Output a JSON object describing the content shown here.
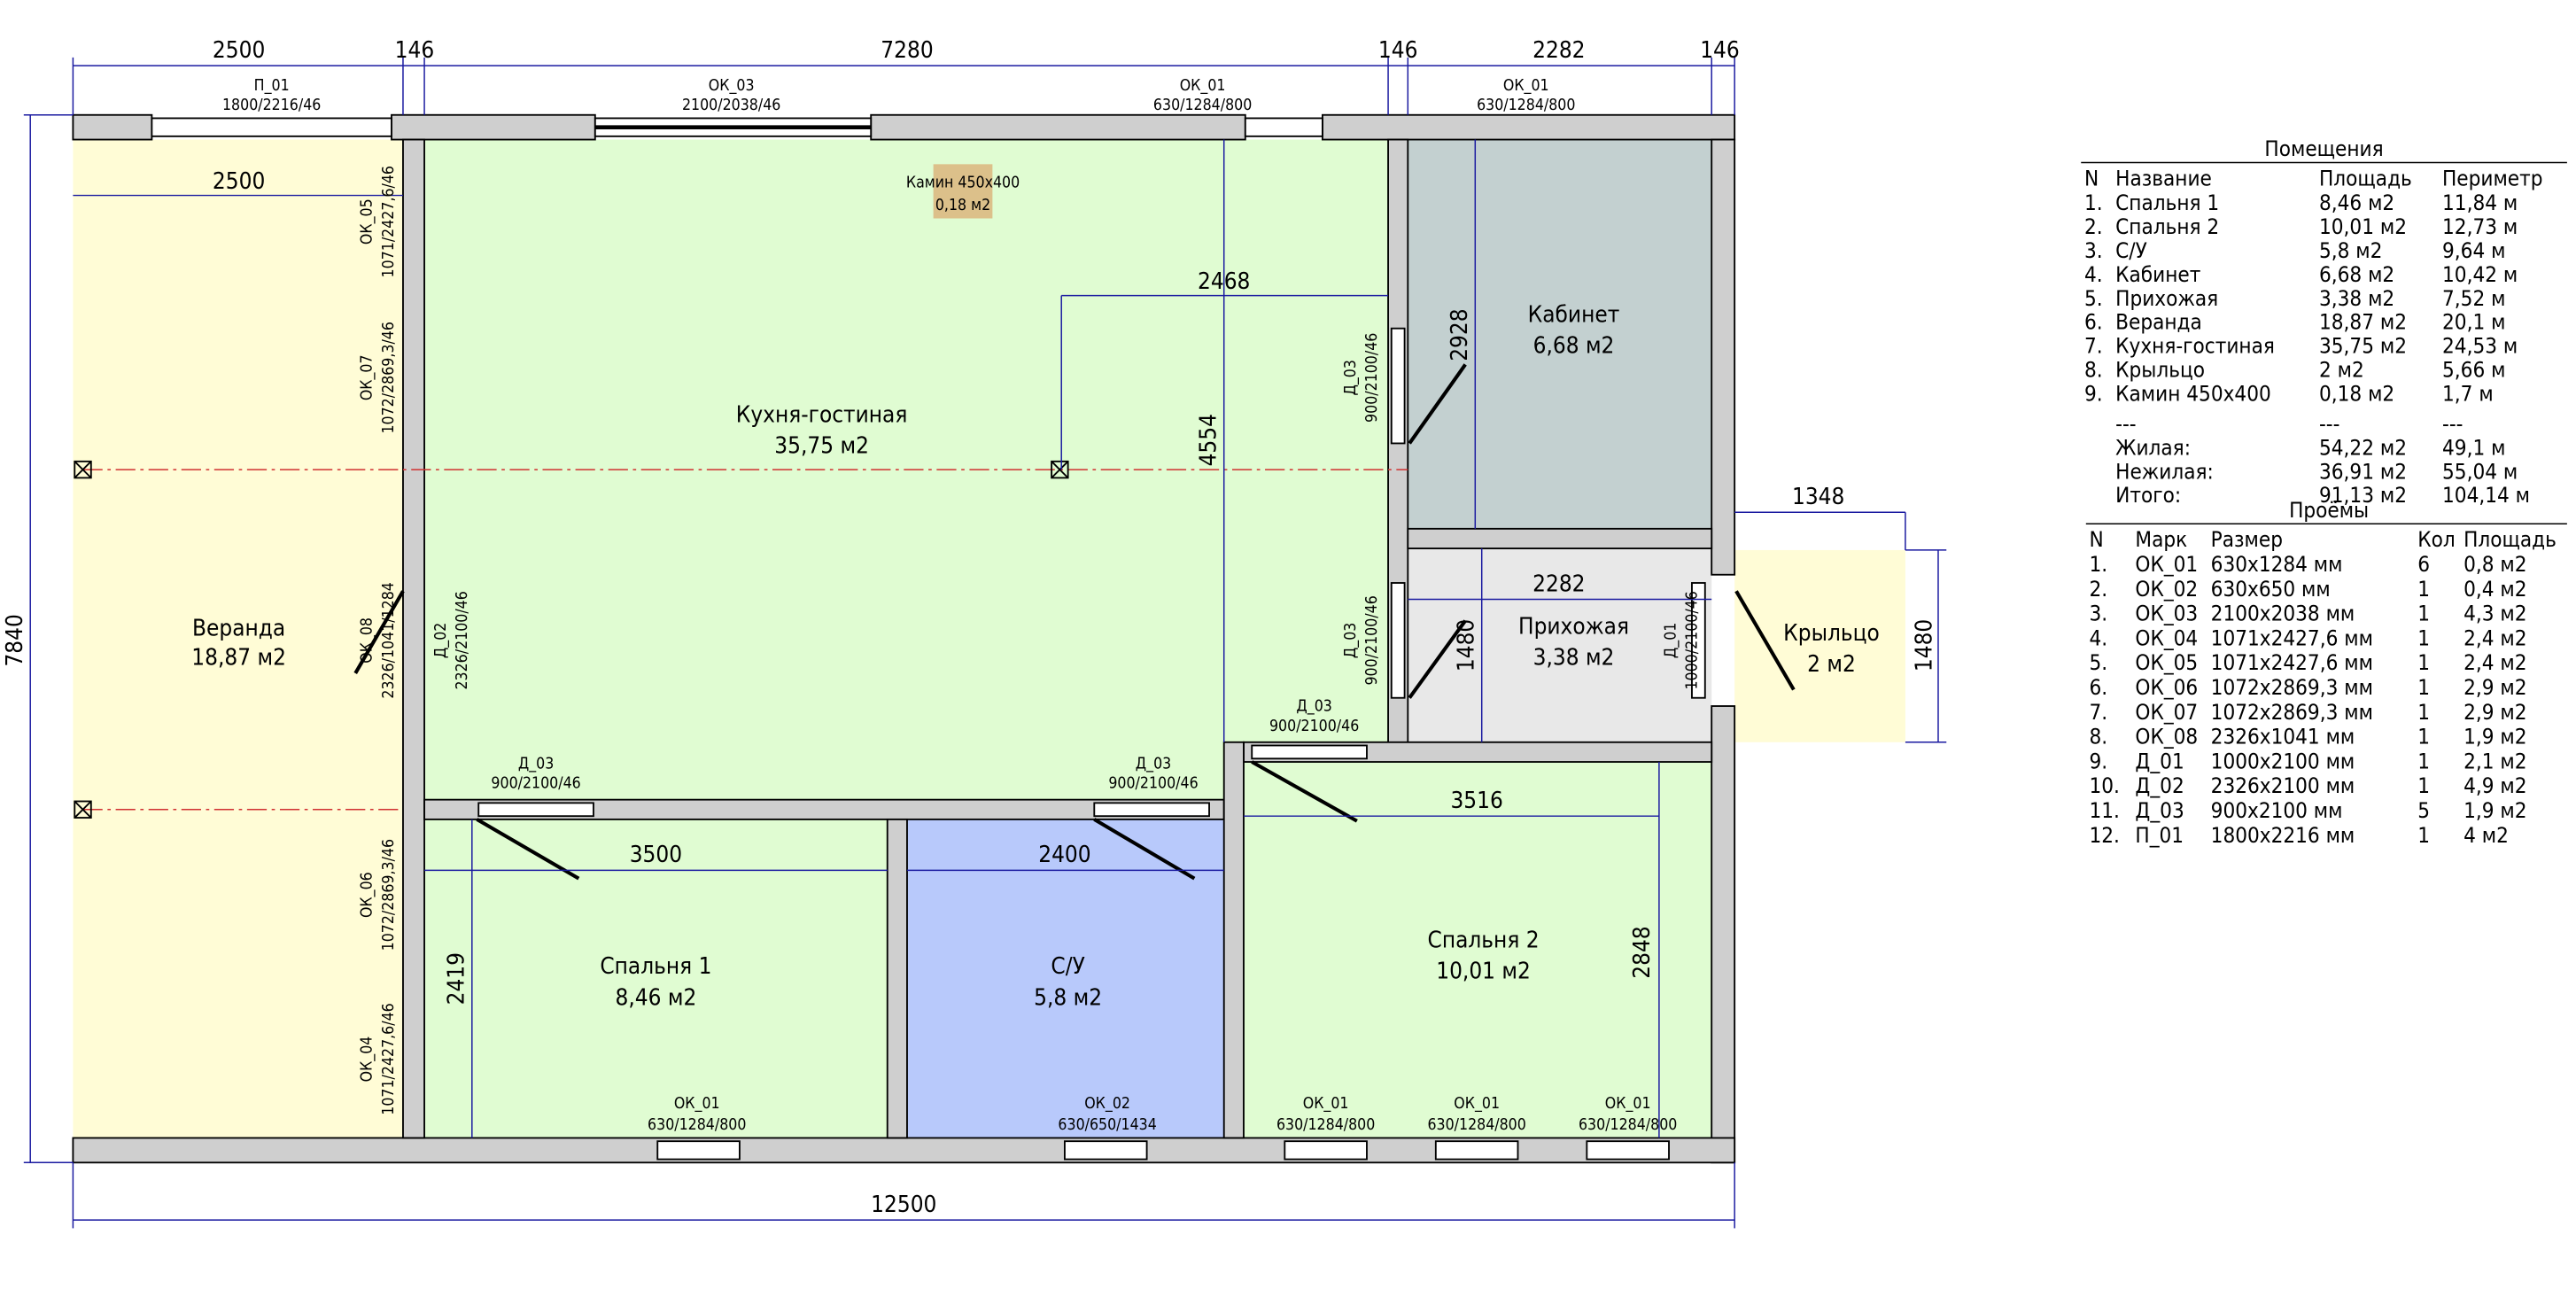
{
  "dimensions": {
    "top": [
      "2500",
      "146",
      "7280",
      "146",
      "2282",
      "146"
    ],
    "veranda_width": "2500",
    "kitchen_inner": "2468",
    "kitchen_height": "4554",
    "cabinet_height": "2928",
    "hall_width": "2282",
    "hall_height": "1480",
    "porch_width": "1348",
    "porch_height": "1480",
    "bedroom1_width": "3500",
    "bedroom1_height": "2419",
    "bath_width": "2400",
    "bedroom2_width": "3516",
    "bedroom2_height": "2848",
    "total_height": "7840",
    "total_width": "12500"
  },
  "openings": {
    "p01": {
      "mark": "П_01",
      "spec": "1800/2216/46"
    },
    "ok03": {
      "mark": "ОК_03",
      "spec": "2100/2038/46"
    },
    "ok01_top1": {
      "mark": "ОК_01",
      "spec": "630/1284/800"
    },
    "ok01_top2": {
      "mark": "ОК_01",
      "spec": "630/1284/800"
    },
    "ok05": {
      "mark": "ОК_05",
      "spec": "1071/2427,6/46"
    },
    "ok07": {
      "mark": "ОК_07",
      "spec": "1072/2869,3/46"
    },
    "ok08": {
      "mark": "ОК_08",
      "spec": "2326/1041/1284"
    },
    "d02": {
      "mark": "Д_02",
      "spec": "2326/2100/46"
    },
    "ok06": {
      "mark": "ОК_06",
      "spec": "1072/2869,3/46"
    },
    "ok04": {
      "mark": "ОК_04",
      "spec": "1071/2427,6/46"
    },
    "d03_cab": {
      "mark": "Д_03",
      "spec": "900/2100/46"
    },
    "d03_hall": {
      "mark": "Д_03",
      "spec": "900/2100/46"
    },
    "d03_bed2": {
      "mark": "Д_03",
      "spec": "900/2100/46"
    },
    "d03_bed1": {
      "mark": "Д_03",
      "spec": "900/2100/46"
    },
    "d03_bath": {
      "mark": "Д_03",
      "spec": "900/2100/46"
    },
    "d01": {
      "mark": "Д_01",
      "spec": "1000/2100/46"
    },
    "ok01_b1": {
      "mark": "ОК_01",
      "spec": "630/1284/800"
    },
    "ok02": {
      "mark": "ОК_02",
      "spec": "630/650/1434"
    },
    "ok01_b2": {
      "mark": "ОК_01",
      "spec": "630/1284/800"
    },
    "ok01_b3": {
      "mark": "ОК_01",
      "spec": "630/1284/800"
    },
    "ok01_b4": {
      "mark": "ОК_01",
      "spec": "630/1284/800"
    }
  },
  "rooms": {
    "veranda": {
      "name": "Веранда",
      "area": "18,87 м2"
    },
    "kitchen": {
      "name": "Кухня-гостиная",
      "area": "35,75 м2"
    },
    "fireplace": {
      "name": "Камин 450x400",
      "area": "0,18 м2"
    },
    "cabinet": {
      "name": "Кабинет",
      "area": "6,68 м2"
    },
    "hall": {
      "name": "Прихожая",
      "area": "3,38 м2"
    },
    "porch": {
      "name": "Крыльцо",
      "area": "2 м2"
    },
    "bedroom1": {
      "name": "Спальня 1",
      "area": "8,46 м2"
    },
    "bath": {
      "name": "С/У",
      "area": "5,8 м2"
    },
    "bedroom2": {
      "name": "Спальня 2",
      "area": "10,01 м2"
    }
  },
  "colors": {
    "veranda": "#fffcd6",
    "living": "#e0fcd2",
    "cabinet": "#c3d0d0",
    "hall": "#e8e8e8",
    "bath": "#b8c9fb",
    "fireplace": "#dcc08a"
  },
  "rooms_table": {
    "title": "Помещения",
    "headers": [
      "N",
      "Название",
      "Площадь",
      "Периметр"
    ],
    "rows": [
      [
        "1.",
        "Спальня 1",
        "8,46 м2",
        "11,84 м"
      ],
      [
        "2.",
        "Спальня 2",
        "10,01 м2",
        "12,73 м"
      ],
      [
        "3.",
        "С/У",
        "5,8 м2",
        "9,64 м"
      ],
      [
        "4.",
        "Кабинет",
        "6,68 м2",
        "10,42 м"
      ],
      [
        "5.",
        "Прихожая",
        "3,38 м2",
        "7,52 м"
      ],
      [
        "6.",
        "Веранда",
        "18,87 м2",
        "20,1 м"
      ],
      [
        "7.",
        "Кухня-гостиная",
        "35,75 м2",
        "24,53 м"
      ],
      [
        "8.",
        "Крыльцо",
        "2 м2",
        "5,66 м"
      ],
      [
        "9.",
        "Камин 450x400",
        "0,18 м2",
        "1,7 м"
      ],
      [
        "",
        "---",
        "---",
        "---"
      ],
      [
        "",
        "Жилая:",
        "54,22 м2",
        "49,1 м"
      ],
      [
        "",
        "Нежилая:",
        "36,91 м2",
        "55,04 м"
      ],
      [
        "",
        "Итого:",
        "91,13 м2",
        "104,14 м"
      ]
    ]
  },
  "openings_table": {
    "title": "Проёмы",
    "headers": [
      "N",
      "Марк",
      "Размер",
      "Кол",
      "Площадь"
    ],
    "rows": [
      [
        "1.",
        "ОК_01",
        "630x1284 мм",
        "6",
        "0,8 м2"
      ],
      [
        "2.",
        "ОК_02",
        "630x650 мм",
        "1",
        "0,4 м2"
      ],
      [
        "3.",
        "ОК_03",
        "2100x2038 мм",
        "1",
        "4,3 м2"
      ],
      [
        "4.",
        "ОК_04",
        "1071x2427,6 мм",
        "1",
        "2,4 м2"
      ],
      [
        "5.",
        "ОК_05",
        "1071x2427,6 мм",
        "1",
        "2,4 м2"
      ],
      [
        "6.",
        "ОК_06",
        "1072x2869,3 мм",
        "1",
        "2,9 м2"
      ],
      [
        "7.",
        "ОК_07",
        "1072x2869,3 мм",
        "1",
        "2,9 м2"
      ],
      [
        "8.",
        "ОК_08",
        "2326x1041 мм",
        "1",
        "1,9 м2"
      ],
      [
        "9.",
        "Д_01",
        "1000x2100 мм",
        "1",
        "2,1 м2"
      ],
      [
        "10.",
        "Д_02",
        "2326x2100 мм",
        "1",
        "4,9 м2"
      ],
      [
        "11.",
        "Д_03",
        "900x2100 мм",
        "5",
        "1,9 м2"
      ],
      [
        "12.",
        "П_01",
        "1800x2216 мм",
        "1",
        "4 м2"
      ]
    ]
  }
}
